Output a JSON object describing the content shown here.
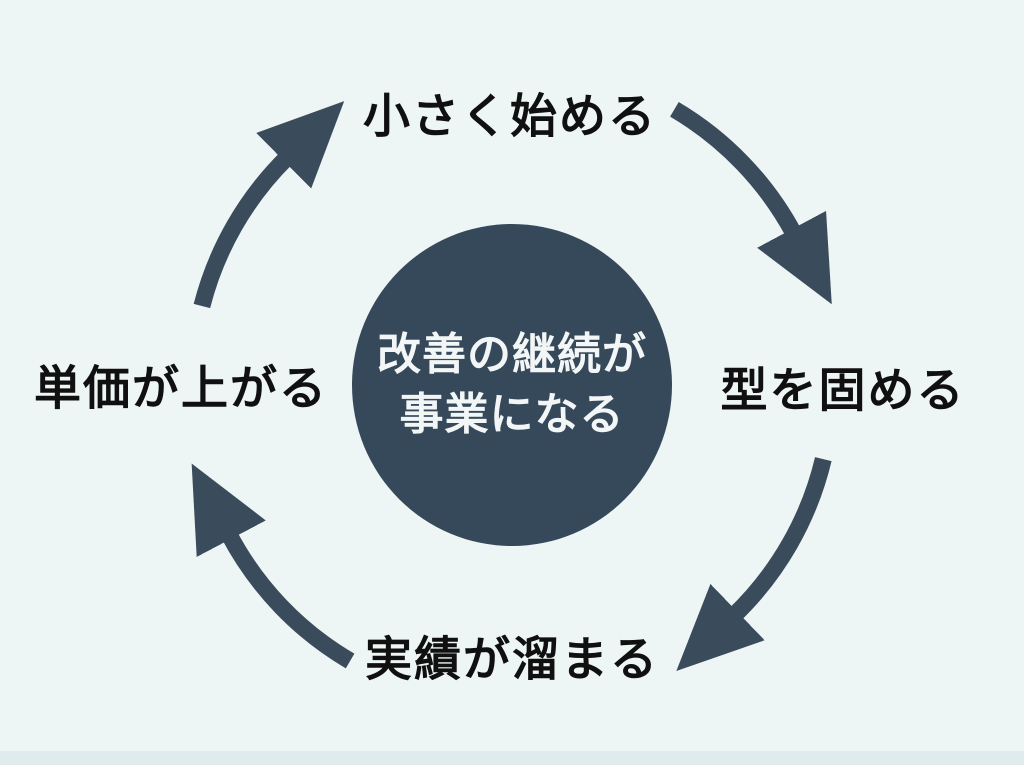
{
  "diagram": {
    "type": "cycle",
    "flow_direction": "clockwise",
    "center_circle": {
      "line1": "改善の継続が",
      "line2": "事業になる"
    },
    "steps": [
      {
        "position": "top",
        "label": "小さく始める"
      },
      {
        "position": "right",
        "label": "型を固める"
      },
      {
        "position": "bottom",
        "label": "実績が溜まる"
      },
      {
        "position": "left",
        "label": "単価が上がる"
      }
    ],
    "colors": {
      "background": "#edf6f5",
      "circle_fill": "#36495a",
      "arrow": "#3a4c5c",
      "step_text": "#101010",
      "center_text": "#f3f6f7"
    }
  }
}
